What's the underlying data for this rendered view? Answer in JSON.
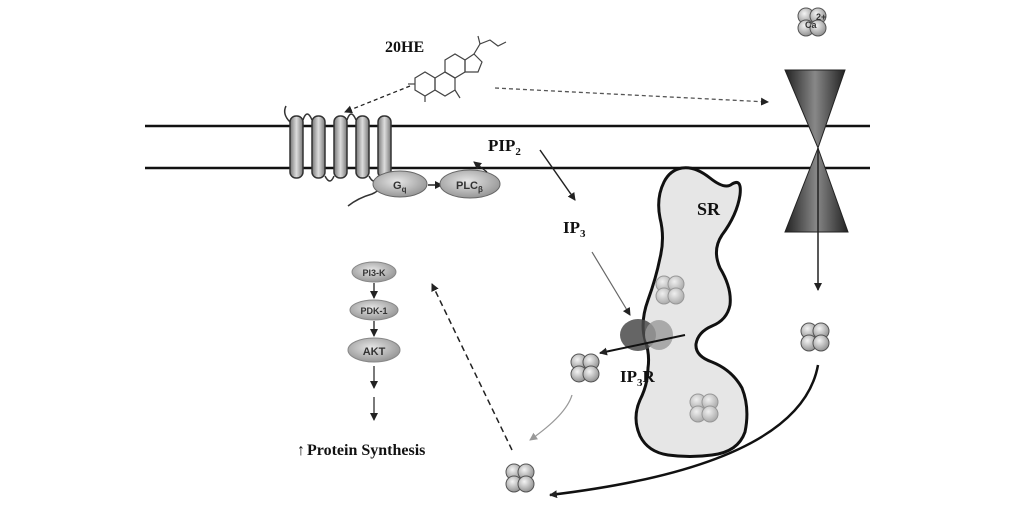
{
  "labels": {
    "ligand": "20HE",
    "pip2": "PIP",
    "pip2_sub": "2",
    "ip3": "IP",
    "ip3_sub": "3",
    "sr": "SR",
    "ip3r": "IP",
    "ip3r_sub": "3",
    "ip3r_suffix": "R",
    "gq": "G",
    "gq_sub": "q",
    "plc": "PLC",
    "plc_sub": "β",
    "pi3k": "PI3-K",
    "pdk1": "PDK-1",
    "akt": "AKT",
    "protein_arrow": "↑",
    "protein_synthesis": "Protein Synthesis",
    "calcium": "Ca",
    "calcium_charge": "2+"
  }
}
